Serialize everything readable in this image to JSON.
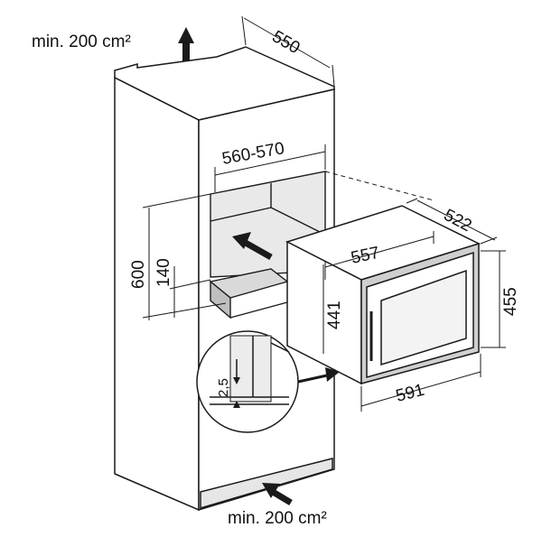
{
  "title": "",
  "ventilation": {
    "top_label": "min. 200 cm²",
    "bottom_label": "min. 200 cm²"
  },
  "dimensions": {
    "cabinet_depth": "550",
    "niche_width": "560-570",
    "niche_height": "600",
    "rail_height": "140",
    "appliance_width": "557",
    "appliance_depth": "522",
    "appliance_front_height": "441",
    "appliance_total_height": "455",
    "appliance_total_width": "591",
    "gap_detail": "2,5"
  },
  "colors": {
    "line": "#1a1a1a",
    "niche_fill": "#e8e8e8",
    "appliance_fill": "#ffffff",
    "shadow": "#cfcfcf"
  }
}
